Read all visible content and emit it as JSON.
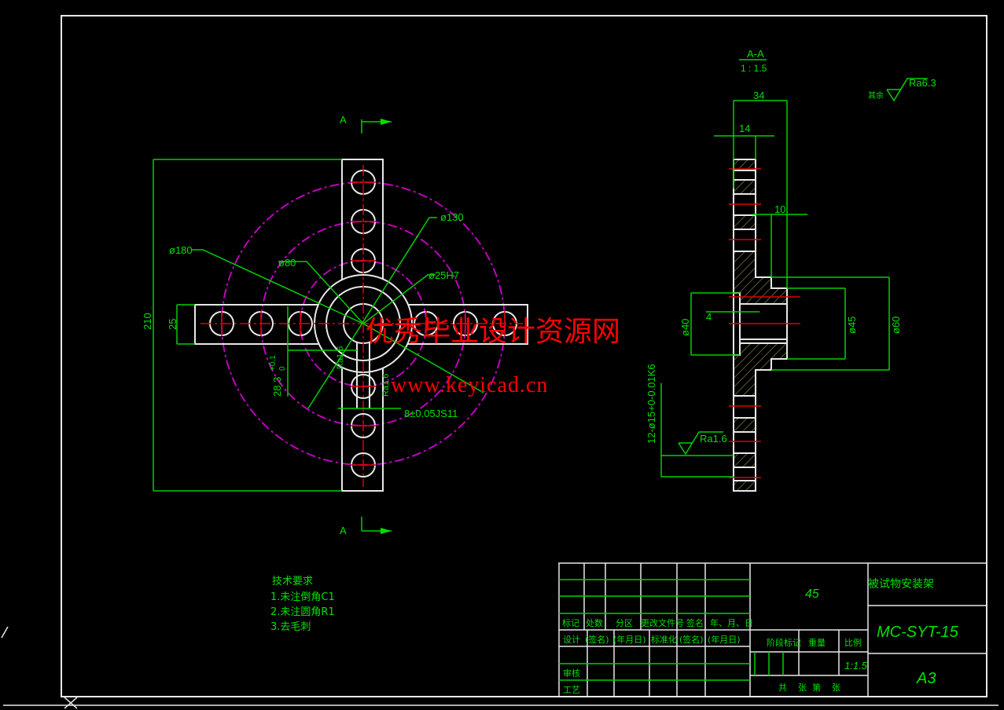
{
  "front_view": {
    "section_mark_top": "A",
    "section_mark_bottom": "A",
    "dims": {
      "d180": "ø180",
      "d130": "ø130",
      "d80": "ø80",
      "d25h7": "ø25H7",
      "h210": "210",
      "w25": "25",
      "keyway_depth": "28.3",
      "keyway_tol_upper": "+0.1",
      "keyway_tol_lower": "0",
      "ra16_a": "Ra1.6",
      "ra16_b": "Ra1.6",
      "keyway_width": "8±0.05JS11"
    }
  },
  "section_view": {
    "title": "A-A",
    "scale": "1 : 1.5",
    "dims": {
      "w34": "34",
      "w14": "14",
      "w10": "10",
      "w4": "4",
      "d40": "ø40",
      "d45": "ø45",
      "d60": "ø60",
      "holes": "12-ø15+0-0.01K6",
      "ra16": "Ra1.6"
    },
    "rest_roughness_label": "其余",
    "rest_roughness": "Ra6.3"
  },
  "tech_requirements": {
    "title": "技术要求",
    "items": [
      "1.未注倒角C1",
      "2.未注圆角R1",
      "3.去毛刺"
    ]
  },
  "title_block": {
    "material": "45",
    "part_name": "被试物安装架",
    "drawing_number": "MC-SYT-15",
    "sheet_size": "A3",
    "scale_value": "1:1.5",
    "headers_row1": [
      "标记",
      "处数",
      "分区",
      "更改文件号",
      "签名",
      "年、月、日"
    ],
    "headers_row2": [
      "设计",
      "(签名)",
      "(年月日)",
      "标准化",
      "(签名)",
      "(年月日)"
    ],
    "stage_mark": "阶段标记",
    "weight": "重量",
    "ratio": "比例",
    "review": "审核",
    "process": "工艺",
    "sheets": "共    张  第    张"
  },
  "watermark": {
    "cn": "优秀毕业设计资源网",
    "url": "www.keyicad.cn"
  }
}
